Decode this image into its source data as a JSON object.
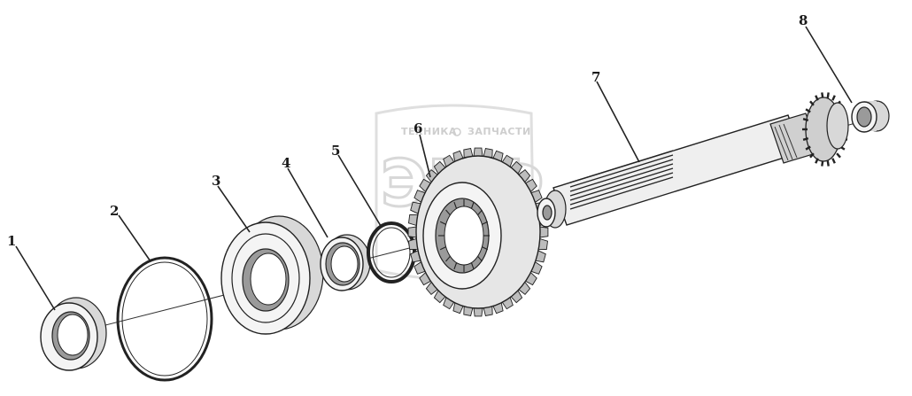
{
  "watermark": {
    "brand_left": "ТЕХНИКА",
    "brand_right": "ЗАПЧАСТИ",
    "logo": "ЭПФ"
  },
  "callouts": [
    {
      "id": "callout-1",
      "label": "1"
    },
    {
      "id": "callout-2",
      "label": "2"
    },
    {
      "id": "callout-3",
      "label": "3"
    },
    {
      "id": "callout-4",
      "label": "4"
    },
    {
      "id": "callout-5",
      "label": "5"
    },
    {
      "id": "callout-6",
      "label": "6"
    },
    {
      "id": "callout-7",
      "label": "7"
    },
    {
      "id": "callout-8",
      "label": "8"
    }
  ],
  "colors": {
    "line": "#222222",
    "shade": "#9a9a9a",
    "light": "#d8d8d8",
    "watermark": "#cccccc"
  }
}
